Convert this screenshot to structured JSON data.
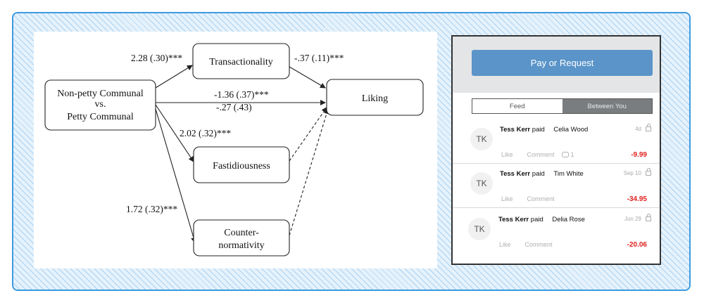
{
  "diagram": {
    "nodes": {
      "source": [
        "Non-petty Communal",
        "vs.",
        "Petty Communal"
      ],
      "transactionality": "Transactionality",
      "liking": "Liking",
      "fastidiousness": "Fastidiousness",
      "counternormativity": [
        "Counter-",
        "normativity"
      ]
    },
    "edges": {
      "a_transactionality": "2.28 (.30)***",
      "b_transactionality": "-.37 (.11)***",
      "direct_total": "-1.36 (.37)***",
      "direct_indirect": "-.27  (.43)",
      "a_fastidiousness": "2.02 (.32)***",
      "a_counternormativity": "1.72 (.32)***"
    }
  },
  "app": {
    "pay_button": "Pay or Request",
    "tabs": [
      "Feed",
      "Between You"
    ],
    "feed": [
      {
        "avatar": "TK",
        "payer": "Tess Kerr",
        "verb": "paid",
        "payee": "Celia Wood",
        "time": "4d",
        "like": "Like",
        "comment": "Comment",
        "comment_count": "1",
        "amount": "-9.99"
      },
      {
        "avatar": "TK",
        "payer": "Tess Kerr",
        "verb": "paid",
        "payee": "Tim White",
        "time": "Sep 10",
        "like": "Like",
        "comment": "Comment",
        "comment_count": "",
        "amount": "-34.95"
      },
      {
        "avatar": "TK",
        "payer": "Tess Kerr",
        "verb": "paid",
        "payee": "Delia Rose",
        "time": "Jun 29",
        "like": "Like",
        "comment": "Comment",
        "comment_count": "",
        "amount": "-20.06"
      }
    ]
  }
}
